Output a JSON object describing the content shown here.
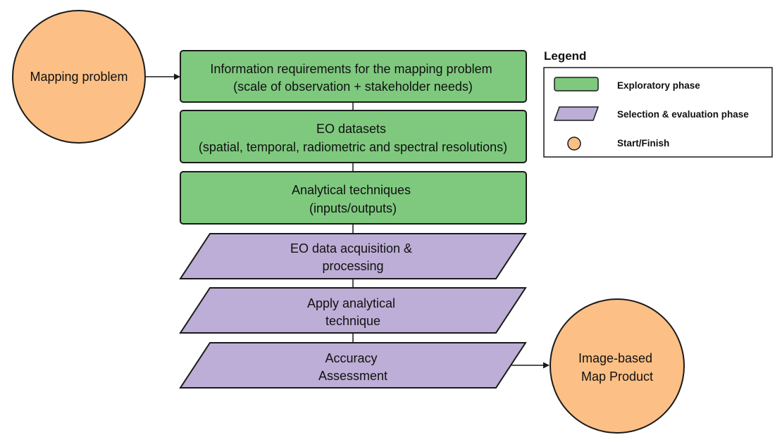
{
  "colors": {
    "exploratory": "#7fc97f",
    "selection": "#bcaed6",
    "start_finish": "#fcbf85",
    "stroke": "#1a1a1a"
  },
  "nodes": {
    "start": {
      "lines": [
        "Mapping problem"
      ]
    },
    "information_requirements": {
      "lines": [
        "Information requirements for the mapping problem",
        "(scale of observation + stakeholder needs)"
      ]
    },
    "eo_datasets": {
      "lines": [
        "EO datasets",
        "(spatial, temporal, radiometric and spectral resolutions)"
      ]
    },
    "analytical_techniques": {
      "lines": [
        "Analytical techniques",
        "(inputs/outputs)"
      ]
    },
    "eo_data_acquisition": {
      "lines": [
        "EO data acquisition &",
        "processing"
      ]
    },
    "apply_technique": {
      "lines": [
        "Apply analytical",
        "technique"
      ]
    },
    "accuracy_assessment": {
      "lines": [
        "Accuracy",
        "Assessment"
      ]
    },
    "finish": {
      "lines": [
        "Image-based",
        "Map Product"
      ]
    }
  },
  "legend": {
    "title": "Legend",
    "items": [
      {
        "label": "Exploratory phase",
        "shape": "rounded-rectangle"
      },
      {
        "label": "Selection & evaluation phase",
        "shape": "parallelogram"
      },
      {
        "label": "Start/Finish",
        "shape": "circle"
      }
    ]
  }
}
